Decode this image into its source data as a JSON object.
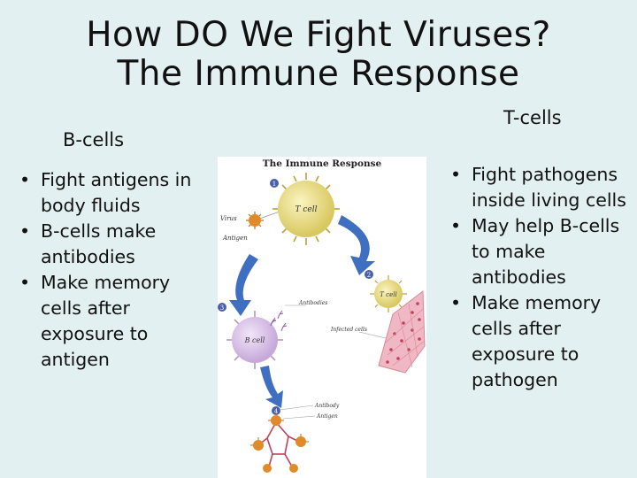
{
  "title": {
    "line1": "How DO We Fight Viruses?",
    "line2": "The Immune Response"
  },
  "b_cells": {
    "heading": "B-cells",
    "bullets": [
      "Fight antigens in body fluids",
      "B-cells make antibodies",
      "Make memory cells after exposure to antigen"
    ]
  },
  "t_cells": {
    "heading": "T-cells",
    "bullets": [
      "Fight pathogens inside living cells",
      "May help B-cells to make antibodies",
      "Make memory cells after exposure to pathogen"
    ]
  },
  "figure": {
    "title": "The Immune Response",
    "steps": [
      "1",
      "2",
      "3",
      "4"
    ],
    "labels": {
      "virus": "Virus",
      "antigen": "Antigen",
      "t_cell": "T cell",
      "t_cell_2": "T cell",
      "b_cell": "B cell",
      "antibodies": "Antibodies",
      "infected_cells": "Infected cells",
      "antibody": "Antibody",
      "antigen_2": "Antigen"
    },
    "colors": {
      "t_cell": "#d8c860",
      "b_cell": "#c6a8d8",
      "virus": "#e08a2a",
      "arrow": "#3f6fc0",
      "step_badge": "#4a5fa8",
      "infected": "#f0b8c4"
    }
  }
}
